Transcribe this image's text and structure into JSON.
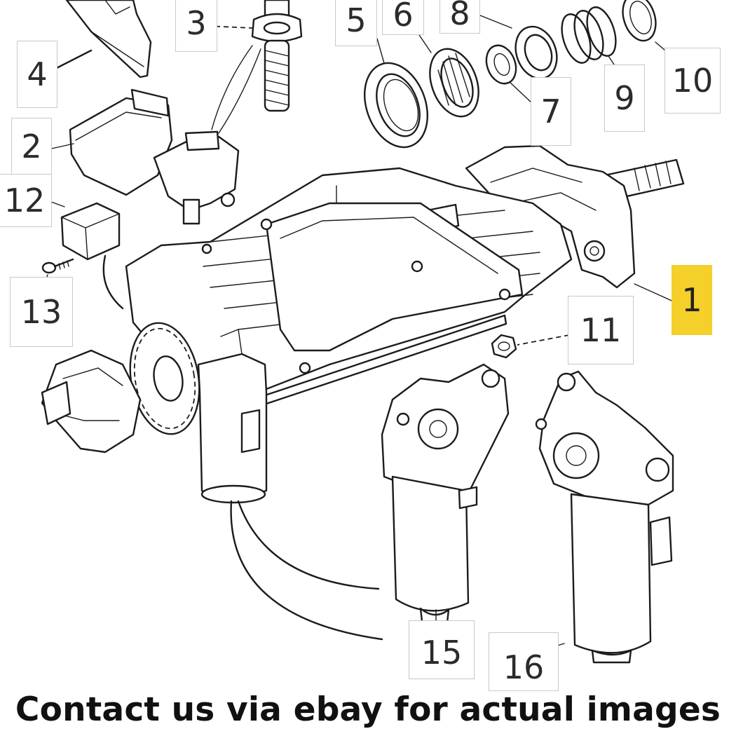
{
  "diagram": {
    "callouts": [
      {
        "id": "1",
        "label": "1",
        "highlighted": true
      },
      {
        "id": "2",
        "label": "2"
      },
      {
        "id": "3",
        "label": "3"
      },
      {
        "id": "4",
        "label": "4"
      },
      {
        "id": "5",
        "label": "5"
      },
      {
        "id": "6",
        "label": "6"
      },
      {
        "id": "7",
        "label": "7"
      },
      {
        "id": "8",
        "label": "8"
      },
      {
        "id": "9",
        "label": "9"
      },
      {
        "id": "10",
        "label": "10"
      },
      {
        "id": "11",
        "label": "11"
      },
      {
        "id": "12",
        "label": "12"
      },
      {
        "id": "13",
        "label": "13"
      },
      {
        "id": "15",
        "label": "15"
      },
      {
        "id": "16",
        "label": "16"
      }
    ],
    "highlight_color": "#f5cf2a"
  },
  "caption": {
    "text": "Contact us via ebay for actual images"
  }
}
